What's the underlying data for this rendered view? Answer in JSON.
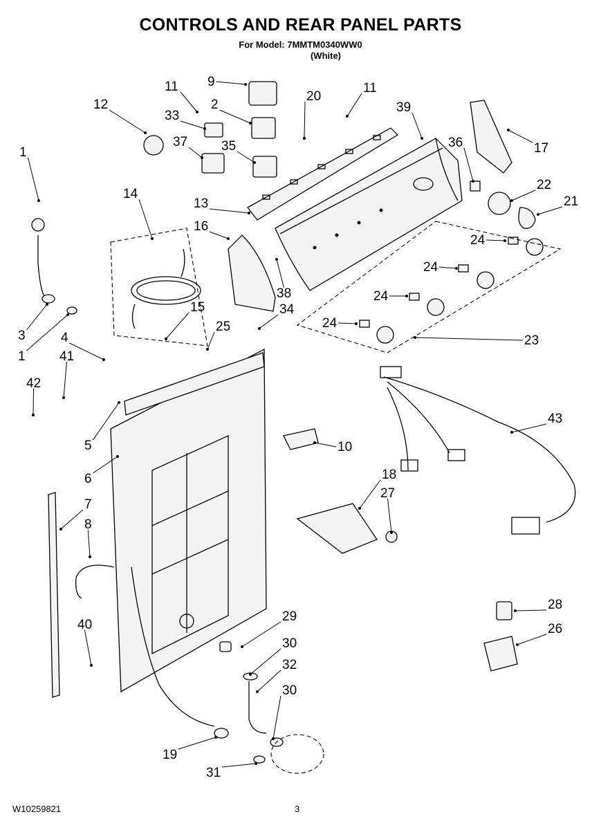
{
  "header": {
    "title": "CONTROLS AND REAR PANEL PARTS",
    "model_line": "For Model: 7MMTM0340WW0",
    "color_line": "(White)"
  },
  "footer": {
    "doc_number": "W10259821",
    "page_number": "3"
  },
  "callouts": [
    {
      "id": "c9",
      "text": "9"
    },
    {
      "id": "c11a",
      "text": "11"
    },
    {
      "id": "c2",
      "text": "2"
    },
    {
      "id": "c20",
      "text": "20"
    },
    {
      "id": "c11b",
      "text": "11"
    },
    {
      "id": "c39",
      "text": "39"
    },
    {
      "id": "c12",
      "text": "12"
    },
    {
      "id": "c33",
      "text": "33"
    },
    {
      "id": "c37",
      "text": "37"
    },
    {
      "id": "c35",
      "text": "35"
    },
    {
      "id": "c36",
      "text": "36"
    },
    {
      "id": "c17",
      "text": "17"
    },
    {
      "id": "c1a",
      "text": "1"
    },
    {
      "id": "c22",
      "text": "22"
    },
    {
      "id": "c21",
      "text": "21"
    },
    {
      "id": "c14",
      "text": "14"
    },
    {
      "id": "c13",
      "text": "13"
    },
    {
      "id": "c16",
      "text": "16"
    },
    {
      "id": "c24a",
      "text": "24"
    },
    {
      "id": "c24b",
      "text": "24"
    },
    {
      "id": "c38",
      "text": "38"
    },
    {
      "id": "c15",
      "text": "15"
    },
    {
      "id": "c34",
      "text": "34"
    },
    {
      "id": "c24c",
      "text": "24"
    },
    {
      "id": "c24d",
      "text": "24"
    },
    {
      "id": "c3",
      "text": "3"
    },
    {
      "id": "c1b",
      "text": "1"
    },
    {
      "id": "c4",
      "text": "4"
    },
    {
      "id": "c25",
      "text": "25"
    },
    {
      "id": "c23",
      "text": "23"
    },
    {
      "id": "c41",
      "text": "41"
    },
    {
      "id": "c42",
      "text": "42"
    },
    {
      "id": "c43",
      "text": "43"
    },
    {
      "id": "c5",
      "text": "5"
    },
    {
      "id": "c10",
      "text": "10"
    },
    {
      "id": "c6",
      "text": "6"
    },
    {
      "id": "c18",
      "text": "18"
    },
    {
      "id": "c7",
      "text": "7"
    },
    {
      "id": "c27",
      "text": "27"
    },
    {
      "id": "c8",
      "text": "8"
    },
    {
      "id": "c28",
      "text": "28"
    },
    {
      "id": "c26",
      "text": "26"
    },
    {
      "id": "c29",
      "text": "29"
    },
    {
      "id": "c40",
      "text": "40"
    },
    {
      "id": "c30a",
      "text": "30"
    },
    {
      "id": "c32",
      "text": "32"
    },
    {
      "id": "c30b",
      "text": "30"
    },
    {
      "id": "c19",
      "text": "19"
    },
    {
      "id": "c31",
      "text": "31"
    }
  ]
}
